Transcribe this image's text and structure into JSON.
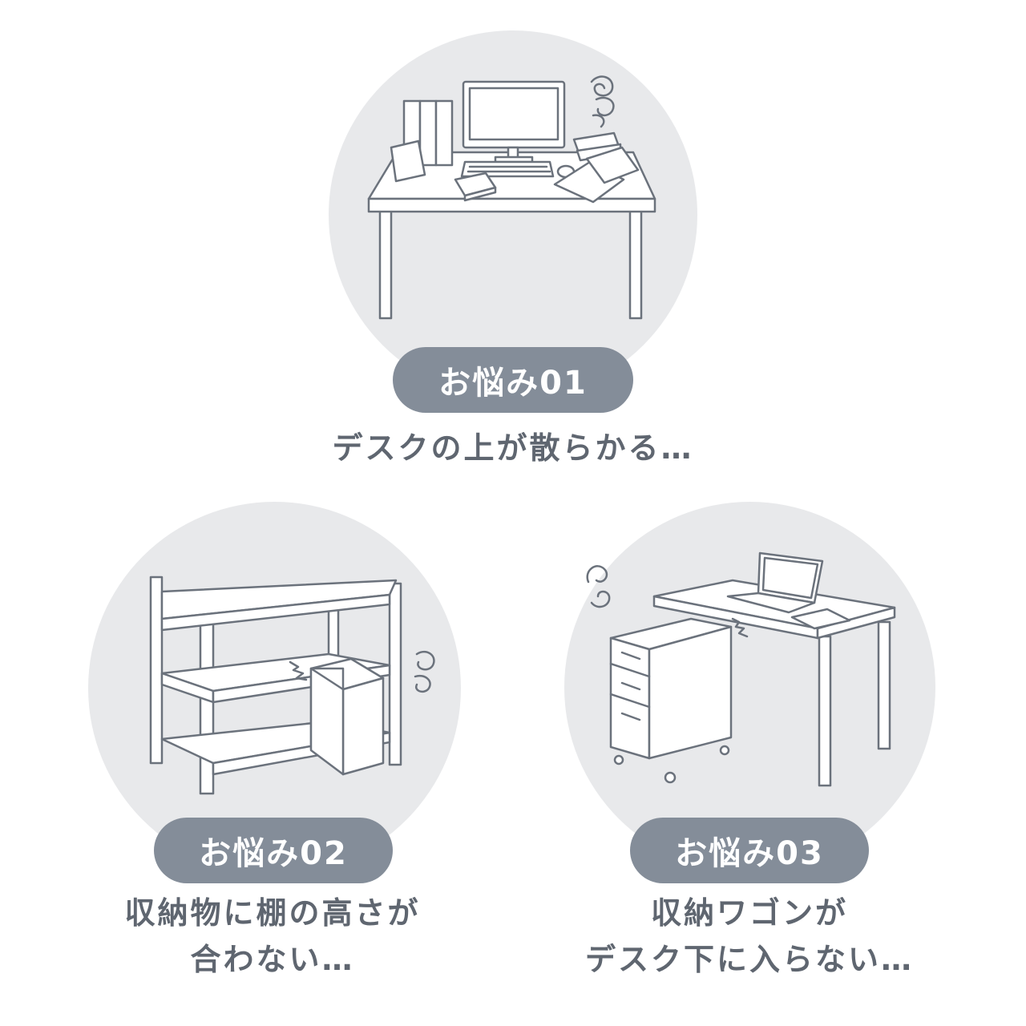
{
  "worries": [
    {
      "badge": "お悩み01",
      "caption_lines": [
        "デスクの上が散らかる…"
      ]
    },
    {
      "badge": "お悩み02",
      "caption_lines": [
        "収納物に棚の高さが",
        "合わない…"
      ]
    },
    {
      "badge": "お悩み03",
      "caption_lines": [
        "収納ワゴンが",
        "デスク下に入らない…"
      ]
    }
  ],
  "colors": {
    "circle": "#e8e9eb",
    "badge": "#848d99",
    "text": "#5f6670",
    "line": "#6b727c"
  },
  "icons": [
    "cluttered-desk-icon",
    "shelf-with-box-icon",
    "desk-with-wagon-icon",
    "dizzy-spiral-icon"
  ]
}
